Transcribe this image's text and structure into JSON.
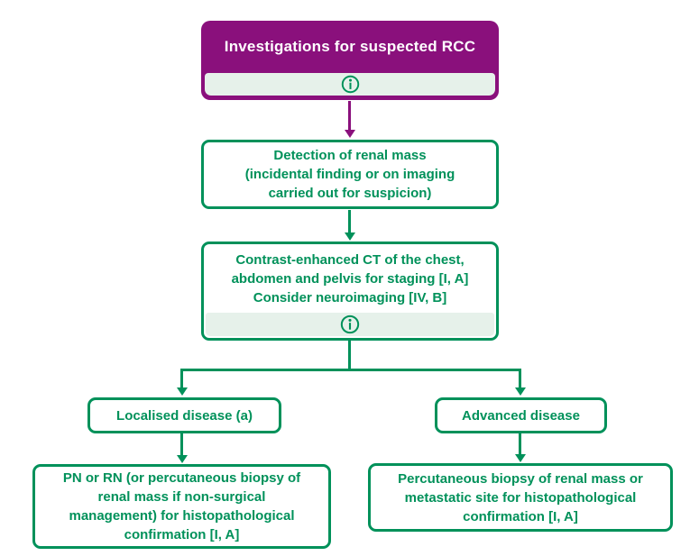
{
  "diagram": {
    "colors": {
      "purple": "#8A107C",
      "green": "#00915A",
      "mint_strip": "#E6F1EA",
      "node_background": "#FFFFFF",
      "header_text": "#FFFFFF"
    },
    "icons": {
      "info": "info-icon"
    },
    "nodes": {
      "header": {
        "label": "Investigations for suspected RCC",
        "has_info": true
      },
      "detection": {
        "lines": [
          "Detection of renal mass",
          "(incidental finding or on imaging",
          "carried out for suspicion)"
        ]
      },
      "ct": {
        "lines": [
          "Contrast-enhanced CT of the chest,",
          "abdomen and pelvis for staging [I, A]",
          "Consider neuroimaging [IV, B]"
        ],
        "has_info": true
      },
      "localised": {
        "label": "Localised disease (a)"
      },
      "advanced": {
        "label": "Advanced disease"
      },
      "pn_rn": {
        "lines": [
          "PN or RN (or percutaneous biopsy of",
          "renal mass if non-surgical",
          "management) for histopathological",
          "confirmation [I, A]"
        ]
      },
      "biopsy": {
        "lines": [
          "Percutaneous biopsy of renal mass or",
          "metastatic site for histopathological",
          "confirmation [I, A]"
        ]
      }
    }
  }
}
